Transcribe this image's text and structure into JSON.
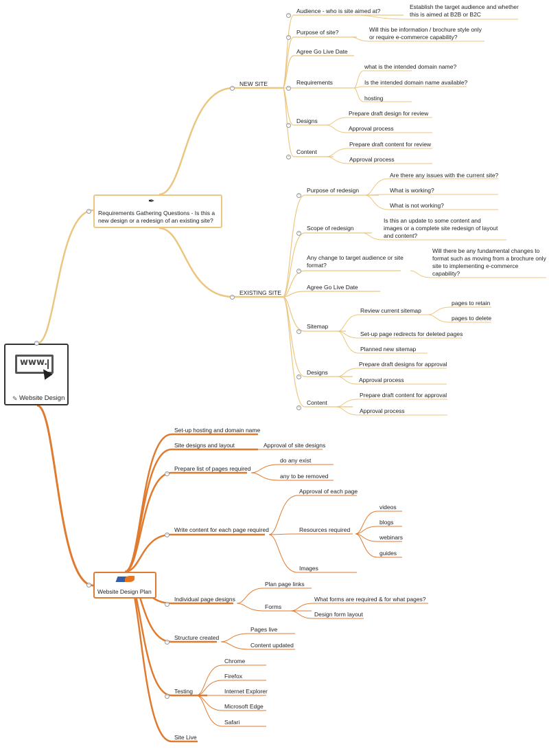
{
  "colors": {
    "upper": "#ebc67f",
    "lower": "#e07a2f",
    "root_border": "#333333"
  },
  "root": {
    "title": "Website Design",
    "logo_text": "www."
  },
  "req": {
    "title_line1": "Requirements Gathering Questions - Is this a",
    "title_line2": "new design or a redesign of an existing site?",
    "new_site": {
      "label": "NEW SITE",
      "audience": "Audience - who is site aimed at?",
      "audience_note_1": "Establish the target audience and whether",
      "audience_note_2": "this is aimed at B2B or B2C",
      "purpose": "Purpose of site?",
      "purpose_note_1": "Will this be information / brochure style only",
      "purpose_note_2": "or require e-commerce capability?",
      "golive": "Agree Go Live Date",
      "requirements": "Requirements",
      "req_items": [
        "what is the intended domain name?",
        "Is the intended domain name available?",
        "hosting"
      ],
      "designs": "Designs",
      "design_items": [
        "Prepare draft design for review",
        "Approval process"
      ],
      "content": "Content",
      "content_items": [
        "Prepare draft content for review",
        "Approval process"
      ]
    },
    "existing_site": {
      "label": "EXISTING SITE",
      "purpose": "Purpose of redesign",
      "purpose_items": [
        "Are there any issues with the current site?",
        "What is working?",
        "What is not working?"
      ],
      "scope": "Scope of redesign",
      "scope_note_1": "Is this an update to some content and",
      "scope_note_2": "images or a complete site redesign of layout",
      "scope_note_3": "and content?",
      "audience_1": "Any change to target audience or site",
      "audience_2": "format?",
      "audience_note_1": "Will there be any fundamental changes to",
      "audience_note_2": "format such as moving from a brochure only",
      "audience_note_3": "site to implementing e-commerce",
      "audience_note_4": "capability?",
      "golive": "Agree Go Live Date",
      "sitemap": "Sitemap",
      "review": "Review current sitemap",
      "review_items": [
        "pages to retain",
        "pages to delete"
      ],
      "redirects": "Set-up page redirects for deleted pages",
      "planned": "Planned new sitemap",
      "designs": "Designs",
      "design_items": [
        "Prepare draft designs for approval",
        "Approval process"
      ],
      "content": "Content",
      "content_items": [
        "Prepare draft content for approval",
        "Approval process"
      ]
    }
  },
  "plan": {
    "title": "Website Design Plan",
    "hosting": "Set-up hosting and domain name",
    "site_designs": "Site designs and layout",
    "site_designs_child": "Approval of site designs",
    "pages_list": "Prepare list of pages required",
    "pages_list_items": [
      "do any exist",
      "any to be removed"
    ],
    "write": "Write content for each page required",
    "approval": "Approval of each page",
    "resources": "Resources required",
    "resource_items": [
      "videos",
      "blogs",
      "webinars",
      "guides"
    ],
    "images": "Images",
    "individual": "Individual page designs",
    "plan_links": "Plan page links",
    "forms": "Forms",
    "form_items": [
      "What forms are required & for what pages?",
      "Design form layout"
    ],
    "structure": "Structure created",
    "structure_items": [
      "Pages live",
      "Content updated"
    ],
    "testing": "Testing",
    "browsers": [
      "Chrome",
      "Firefox",
      "Internet Explorer",
      "Microsoft Edge",
      "Safari"
    ],
    "live": "Site Live"
  }
}
